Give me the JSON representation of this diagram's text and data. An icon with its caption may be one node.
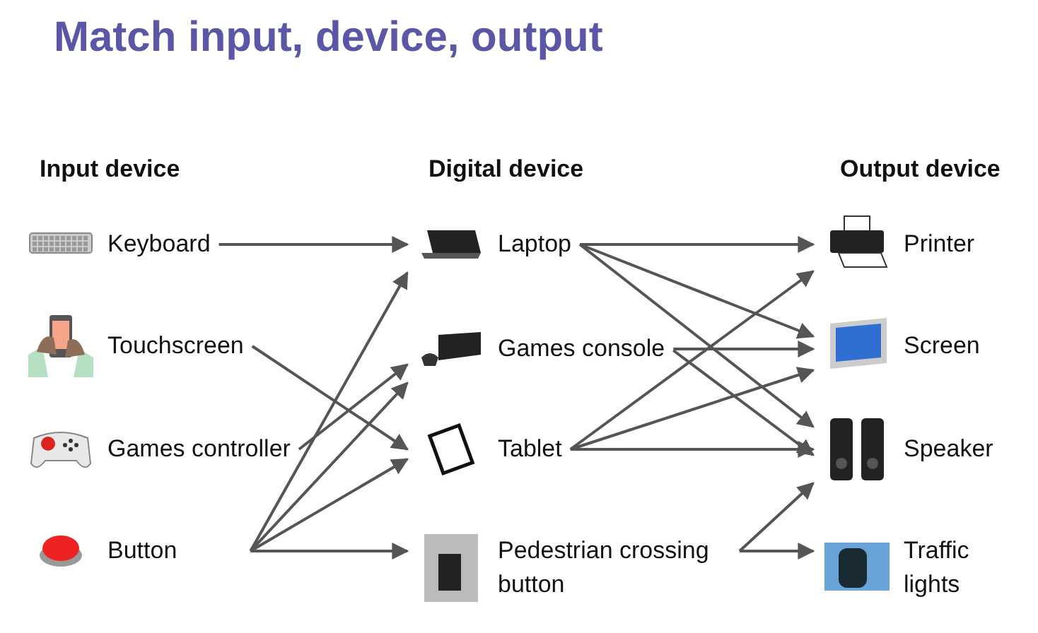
{
  "diagram": {
    "title": "Match input, device, output",
    "nodes": [
      {
        "text": [
          "Keyboard"
        ]
      },
      {
        "text": [
          "Touchscreen"
        ]
      },
      {
        "text": [
          "Games controller"
        ]
      },
      {
        "text": [
          "Button"
        ]
      },
      {
        "text": [
          "Laptop"
        ]
      },
      {
        "text": [
          "Games console"
        ]
      },
      {
        "text": [
          "Tablet"
        ]
      },
      {
        "text": [
          "Pedestrian crossing button"
        ]
      },
      {
        "text": [
          "Printer"
        ]
      },
      {
        "text": [
          "Screen"
        ]
      },
      {
        "text": [
          "Speaker"
        ]
      },
      {
        "text": [
          "Traffic lights"
        ]
      }
    ],
    "edges": [
      {
        "from": 0,
        "to": 4,
        "arrow": "to"
      },
      {
        "from": 1,
        "to": 6,
        "arrow": "to"
      },
      {
        "from": 2,
        "to": 5,
        "arrow": "to"
      },
      {
        "from": 3,
        "to": 4,
        "arrow": "to"
      },
      {
        "from": 3,
        "to": 5,
        "arrow": "to"
      },
      {
        "from": 3,
        "to": 6,
        "arrow": "to"
      },
      {
        "from": 3,
        "to": 7,
        "arrow": "to"
      },
      {
        "from": 4,
        "to": 8,
        "arrow": "to"
      },
      {
        "from": 4,
        "to": 9,
        "arrow": "to"
      },
      {
        "from": 4,
        "to": 10,
        "arrow": "to"
      },
      {
        "from": 5,
        "to": 9,
        "arrow": "to"
      },
      {
        "from": 5,
        "to": 10,
        "arrow": "to"
      },
      {
        "from": 6,
        "to": 8,
        "arrow": "to"
      },
      {
        "from": 6,
        "to": 9,
        "arrow": "to"
      },
      {
        "from": 6,
        "to": 10,
        "arrow": "to"
      },
      {
        "from": 7,
        "to": 10,
        "arrow": "to"
      },
      {
        "from": 7,
        "to": 11,
        "arrow": "to"
      }
    ],
    "labels": [
      "Input device",
      "Digital device",
      "Output device"
    ]
  }
}
